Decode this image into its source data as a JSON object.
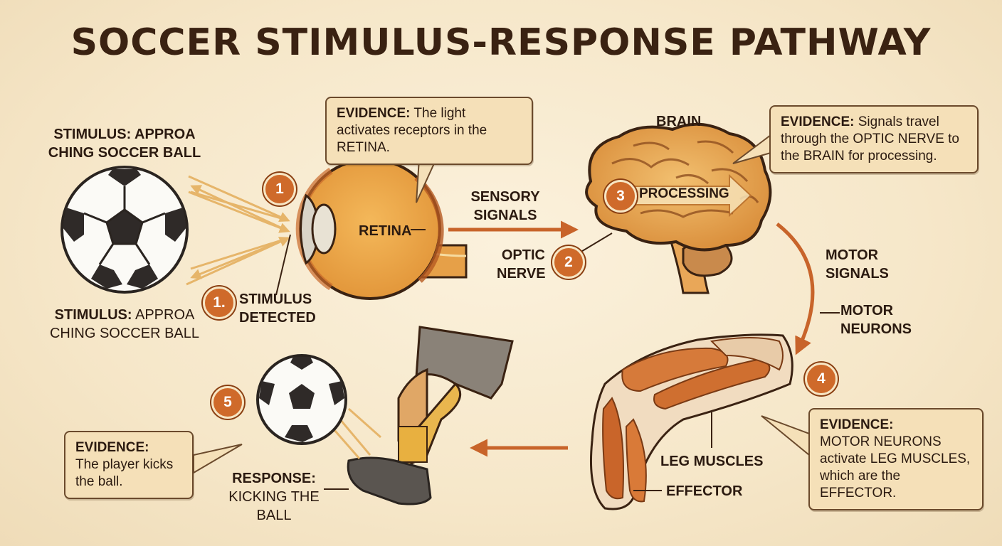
{
  "title": "SOCCER STIMULUS-RESPONSE PATHWAY",
  "stimulus": {
    "label_top_line1": "STIMULUS: APPROA",
    "label_top_line2": "CHING SOCCER BALL",
    "label_bottom_prefix": "STIMULUS:",
    "label_bottom_rest": " APPROA",
    "label_bottom_line2": "CHING SOCCER BALL",
    "detected_line1": "STIMULUS",
    "detected_line2": "DETECTED"
  },
  "eye": {
    "retina_label": "RETINA",
    "evidence_prefix": "EVIDENCE:",
    "evidence_text": " The light activates receptors in the RETINA."
  },
  "sensory": {
    "signals_line1": "SENSORY",
    "signals_line2": "SIGNALS",
    "optic_line1": "OPTIC",
    "optic_line2": "NERVE"
  },
  "brain": {
    "label": "BRAIN",
    "processing": "PROCESSING",
    "evidence_prefix": "EVIDENCE:",
    "evidence_text": " Signals travel through the OPTIC NERVE to the BRAIN for processing."
  },
  "motor": {
    "signals_line1": "MOTOR",
    "signals_line2": "SIGNALS",
    "neurons_line1": "MOTOR",
    "neurons_line2": "NEURONS"
  },
  "muscle": {
    "leg_muscles": "LEG MUSCLES",
    "effector": "EFFECTOR",
    "evidence_prefix": "EVIDENCE:",
    "evidence_text": "MOTOR NEURONS activate LEG MUSCLES, which are the EFFECTOR."
  },
  "response": {
    "label_line1": "RESPONSE:",
    "label_line2": "KICKING THE",
    "label_line3": "BALL",
    "evidence_prefix": "EVIDENCE:",
    "evidence_text": "The player kicks the ball."
  },
  "steps": {
    "s1": "1",
    "s1b": "1.",
    "s2": "2",
    "s3": "3",
    "s4": "4",
    "s5": "5"
  },
  "colors": {
    "accent": "#cf6a2a",
    "background": "#f6e7c9",
    "outline": "#3a2212",
    "callout": "#f5e0b8"
  }
}
